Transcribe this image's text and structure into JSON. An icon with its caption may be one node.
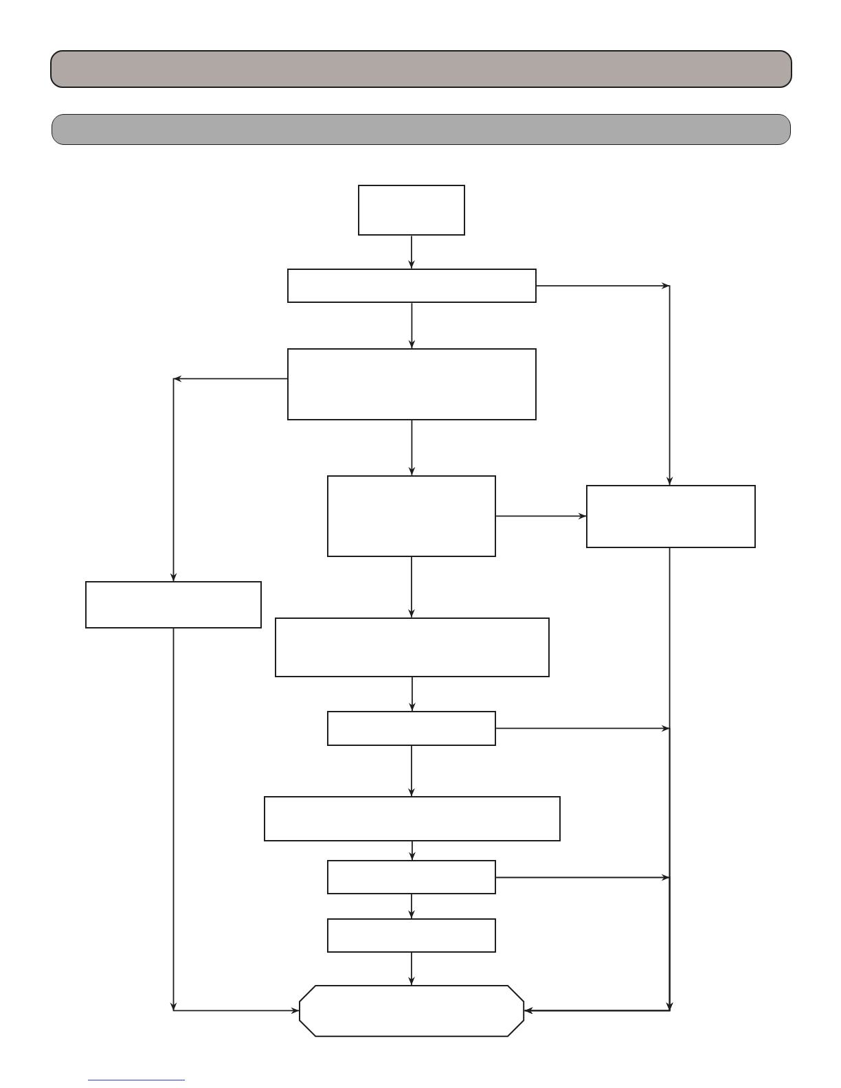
{
  "diagram": {
    "nodes": [
      {
        "text": [],
        "shape": "bar"
      },
      {
        "text": [],
        "shape": "bar"
      },
      {
        "text": [],
        "shape": "box"
      },
      {
        "text": [],
        "shape": "box"
      },
      {
        "text": [],
        "shape": "box"
      },
      {
        "text": [],
        "shape": "box"
      },
      {
        "text": [],
        "shape": "box"
      },
      {
        "text": [],
        "shape": "box"
      },
      {
        "text": [],
        "shape": "box"
      },
      {
        "text": [],
        "shape": "box"
      },
      {
        "text": [],
        "shape": "box"
      },
      {
        "text": [],
        "shape": "box"
      },
      {
        "text": [],
        "shape": "box"
      },
      {
        "text": [],
        "shape": "octagon"
      }
    ],
    "edges": [
      {
        "from": 2,
        "to": 3,
        "arrow": "to"
      },
      {
        "from": 3,
        "to": 4,
        "arrow": "to"
      },
      {
        "from": 4,
        "to": 7,
        "arrow": "to"
      },
      {
        "from": 4,
        "to": 5,
        "arrow": "to"
      },
      {
        "from": 5,
        "to": 6,
        "arrow": "to"
      },
      {
        "from": 3,
        "to": 6,
        "arrow": "to"
      },
      {
        "from": 5,
        "to": 8,
        "arrow": "to"
      },
      {
        "from": 8,
        "to": 9,
        "arrow": "to"
      },
      {
        "from": 9,
        "to": 13,
        "arrow": "to"
      },
      {
        "from": 9,
        "to": 10,
        "arrow": "to"
      },
      {
        "from": 10,
        "to": 11,
        "arrow": "to"
      },
      {
        "from": 11,
        "to": 12,
        "arrow": "to"
      },
      {
        "from": 12,
        "to": 13,
        "arrow": "to"
      },
      {
        "from": 7,
        "to": 13,
        "arrow": "to"
      },
      {
        "from": 6,
        "to": 13,
        "arrow": "to"
      },
      {
        "from": 11,
        "to": 13,
        "arrow": "to"
      }
    ]
  }
}
